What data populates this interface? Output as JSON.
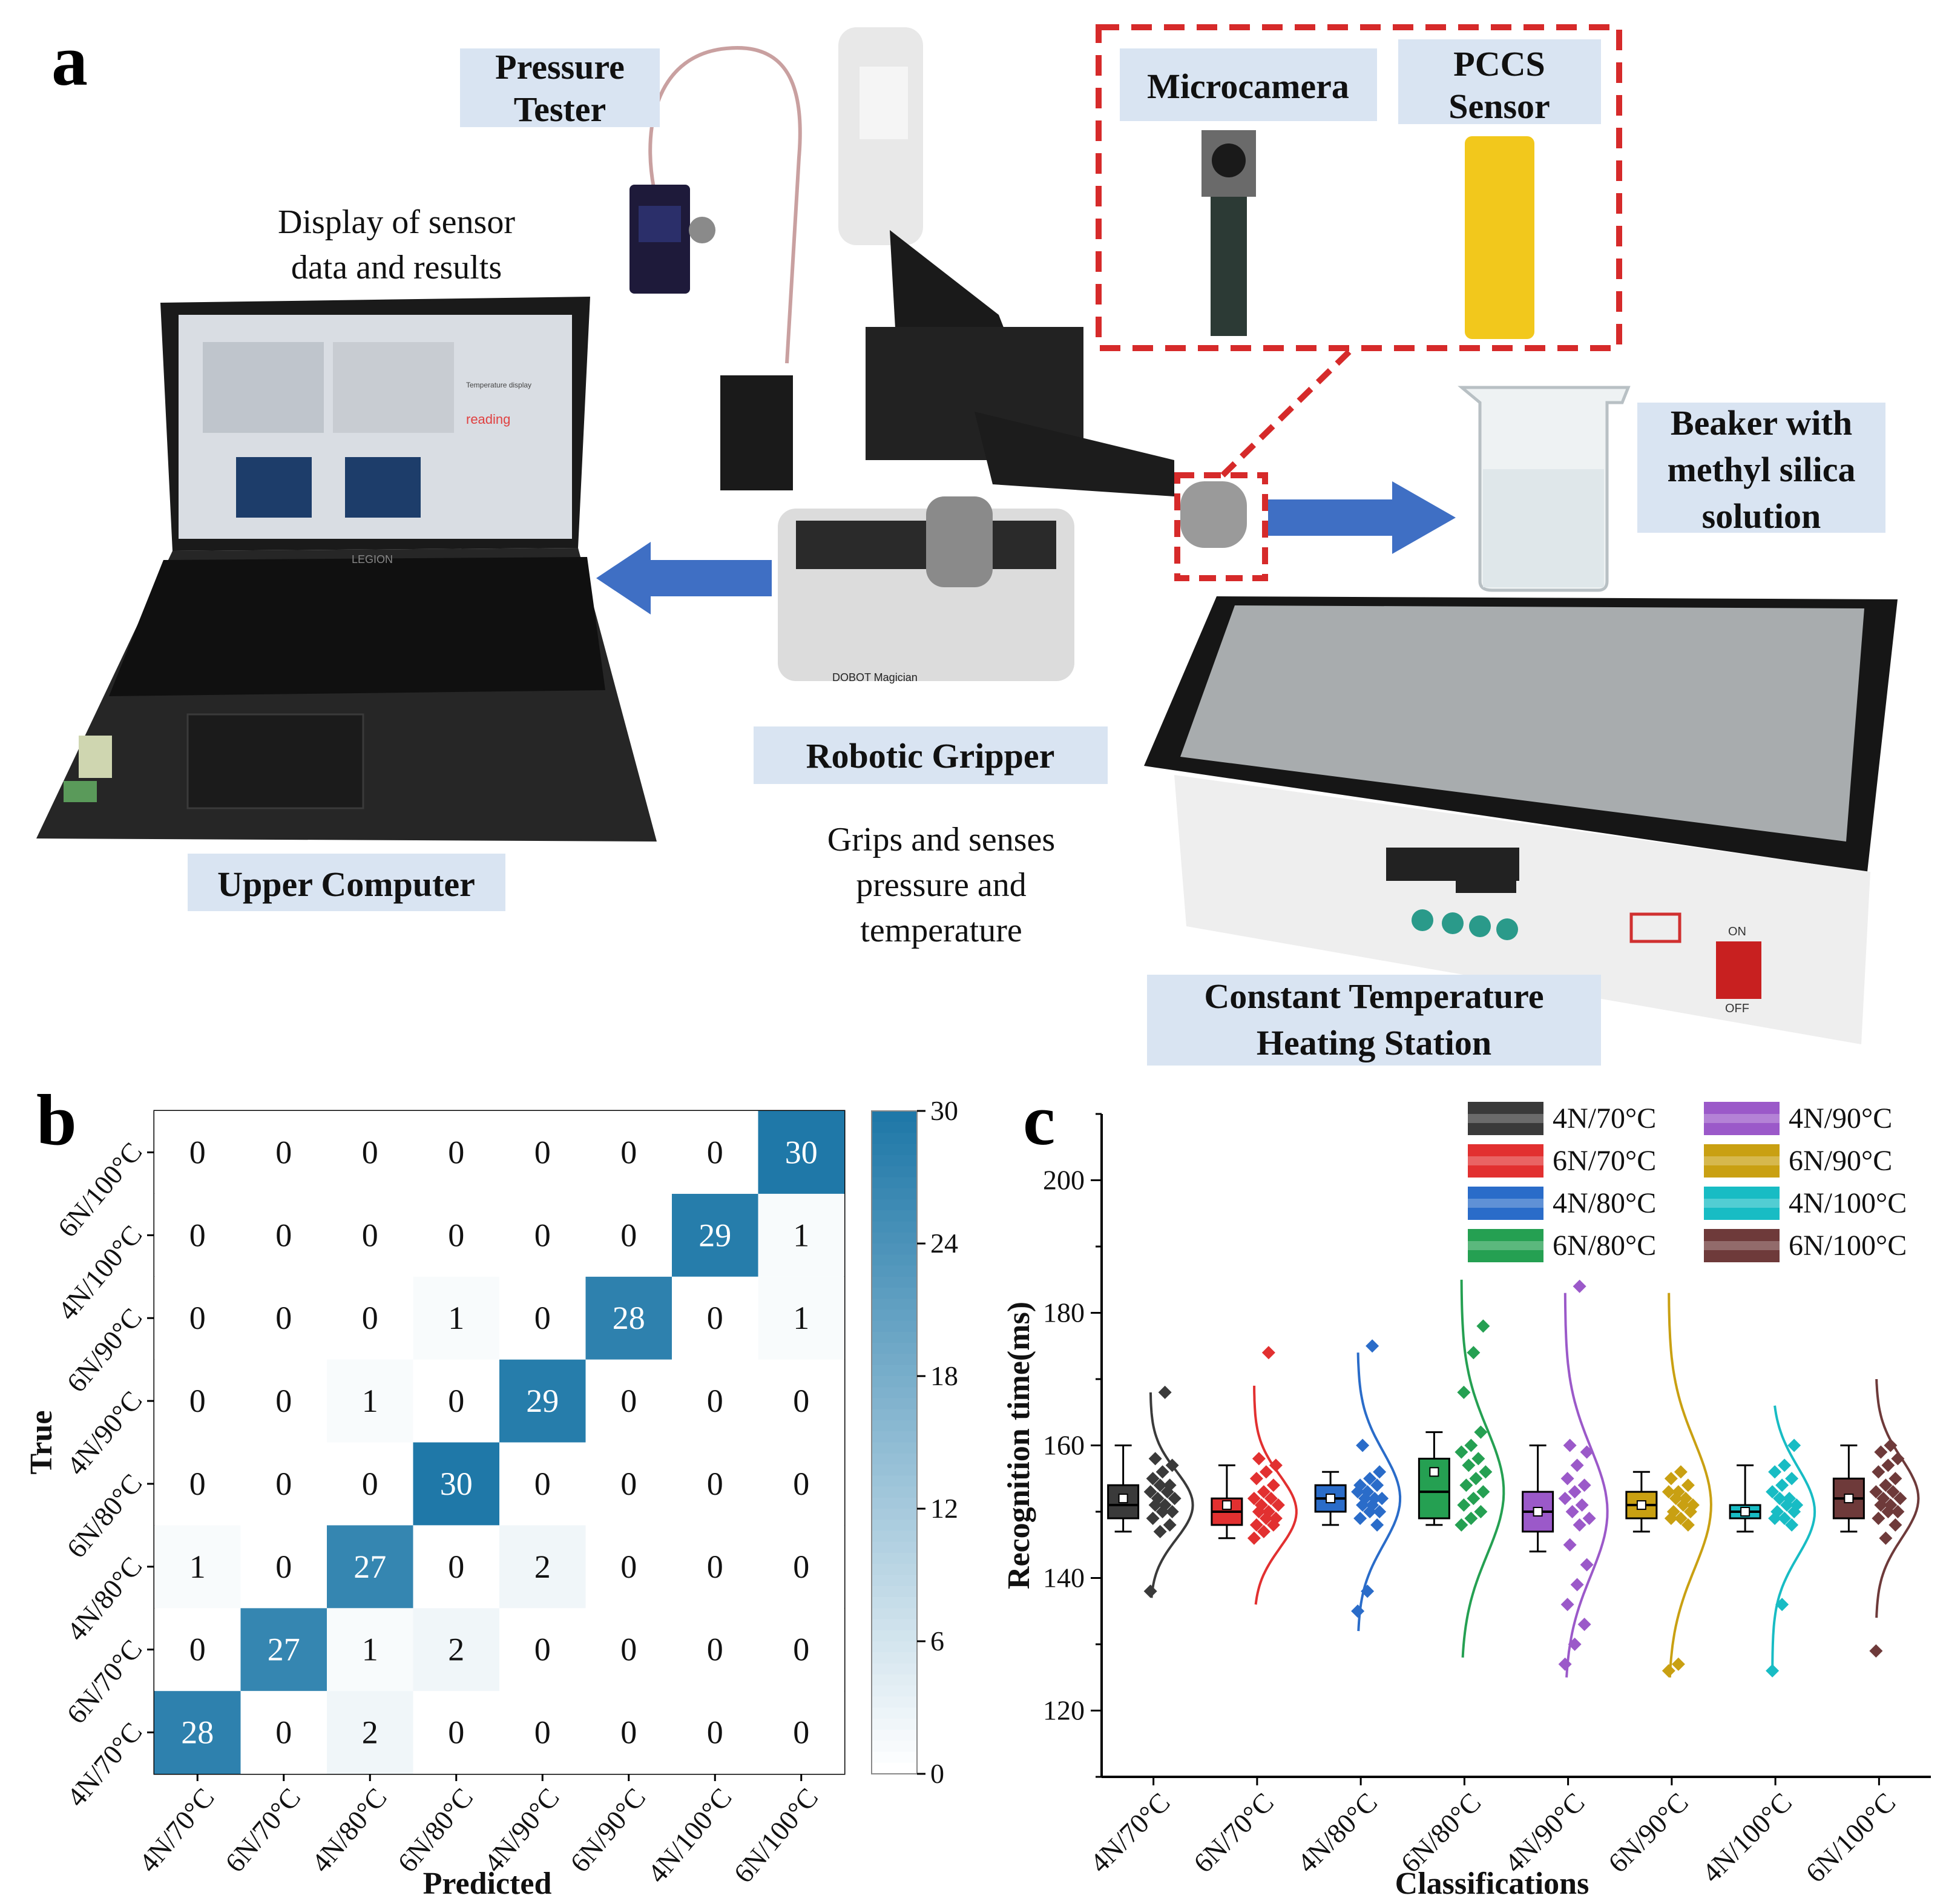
{
  "panel_a": {
    "letter": "a",
    "labels": {
      "pressure_tester": [
        "Pressure",
        "Tester"
      ],
      "microcamera": "Microcamera",
      "pccs_sensor": [
        "PCCS",
        "Sensor"
      ],
      "display_note": [
        "Display of sensor",
        "data and results"
      ],
      "beaker": [
        "Beaker with",
        "methyl silica",
        "solution"
      ],
      "robotic_gripper": "Robotic Gripper",
      "grips_note": [
        "Grips and senses",
        "pressure and",
        "temperature"
      ],
      "upper_computer": "Upper Computer",
      "heating_station": [
        "Constant Temperature",
        "Heating Station"
      ],
      "screen_reading": "reading",
      "screen_title": "Temperature display",
      "laptop_brand": "LEGION",
      "robot_brand": "DOBOT Magician",
      "switch_on": "ON",
      "switch_off": "OFF"
    },
    "colors": {
      "label_box": "#d9e4f2",
      "arrow": "#3f6fc4",
      "dashed": "#d62a2a",
      "sensor": "#f2c81c"
    }
  },
  "chart_data": [
    {
      "panel": "b",
      "type": "heatmap",
      "ylabel": "True",
      "xlabel": "Predicted",
      "x_categories": [
        "4N/70°C",
        "6N/70°C",
        "4N/80°C",
        "6N/80°C",
        "4N/90°C",
        "6N/90°C",
        "4N/100°C",
        "6N/100°C"
      ],
      "y_categories": [
        "4N/70°C",
        "6N/70°C",
        "4N/80°C",
        "6N/80°C",
        "4N/90°C",
        "6N/90°C",
        "4N/100°C",
        "6N/100°C"
      ],
      "matrix": [
        [
          28,
          0,
          2,
          0,
          0,
          0,
          0,
          0
        ],
        [
          0,
          27,
          1,
          2,
          0,
          0,
          0,
          0
        ],
        [
          1,
          0,
          27,
          0,
          2,
          0,
          0,
          0
        ],
        [
          0,
          0,
          0,
          30,
          0,
          0,
          0,
          0
        ],
        [
          0,
          0,
          1,
          0,
          29,
          0,
          0,
          0
        ],
        [
          0,
          0,
          0,
          1,
          0,
          28,
          0,
          1
        ],
        [
          0,
          0,
          0,
          0,
          0,
          0,
          29,
          1
        ],
        [
          0,
          0,
          0,
          0,
          0,
          0,
          0,
          30
        ]
      ],
      "colorbar": {
        "min": 0,
        "max": 30,
        "ticks": [
          0,
          6,
          12,
          18,
          24,
          30
        ],
        "low_color": "#ffffff",
        "high_color": "#1f78a8"
      }
    },
    {
      "panel": "c",
      "type": "box",
      "ylabel": "Recognition time(ms)",
      "xlabel": "Classifications",
      "ylim": [
        110,
        210
      ],
      "yticks": [
        120,
        140,
        160,
        180,
        200
      ],
      "categories": [
        "4N/70°C",
        "6N/70°C",
        "4N/80°C",
        "6N/80°C",
        "4N/90°C",
        "6N/90°C",
        "4N/100°C",
        "6N/100°C"
      ],
      "series": [
        {
          "name": "4N/70°C",
          "color": "#3a3a3a",
          "box": {
            "q1": 149,
            "median": 151,
            "q3": 154,
            "mean": 152,
            "lower": 147,
            "upper": 160
          },
          "curve": [
            137,
            168
          ],
          "points": [
            138,
            147,
            148,
            149,
            150,
            150,
            151,
            151,
            152,
            152,
            153,
            153,
            154,
            154,
            155,
            156,
            157,
            158,
            168
          ]
        },
        {
          "name": "6N/70°C",
          "color": "#e23030",
          "box": {
            "q1": 148,
            "median": 150,
            "q3": 152,
            "mean": 151,
            "lower": 146,
            "upper": 157
          },
          "curve": [
            136,
            169
          ],
          "points": [
            146,
            147,
            148,
            148,
            149,
            149,
            150,
            150,
            151,
            151,
            152,
            152,
            153,
            154,
            155,
            156,
            157,
            158,
            174
          ]
        },
        {
          "name": "4N/80°C",
          "color": "#2a6cc9",
          "box": {
            "q1": 150,
            "median": 152,
            "q3": 154,
            "mean": 152,
            "lower": 148,
            "upper": 156
          },
          "curve": [
            132,
            174
          ],
          "points": [
            135,
            138,
            148,
            149,
            150,
            150,
            151,
            151,
            152,
            152,
            152,
            153,
            153,
            154,
            154,
            155,
            156,
            160,
            175
          ]
        },
        {
          "name": "6N/80°C",
          "color": "#25a052",
          "box": {
            "q1": 149,
            "median": 153,
            "q3": 158,
            "mean": 156,
            "lower": 148,
            "upper": 162
          },
          "curve": [
            128,
            185
          ],
          "points": [
            148,
            149,
            150,
            151,
            152,
            153,
            154,
            155,
            156,
            157,
            158,
            159,
            160,
            162,
            168,
            174,
            178
          ]
        },
        {
          "name": "4N/90°C",
          "color": "#9b59c9",
          "box": {
            "q1": 147,
            "median": 150,
            "q3": 153,
            "mean": 150,
            "lower": 144,
            "upper": 160
          },
          "curve": [
            125,
            183
          ],
          "points": [
            127,
            130,
            133,
            136,
            139,
            142,
            145,
            148,
            149,
            150,
            151,
            152,
            153,
            154,
            155,
            157,
            159,
            160,
            184
          ]
        },
        {
          "name": "6N/90°C",
          "color": "#c9a012",
          "box": {
            "q1": 149,
            "median": 151,
            "q3": 153,
            "mean": 151,
            "lower": 147,
            "upper": 156
          },
          "curve": [
            125,
            183
          ],
          "points": [
            126,
            127,
            148,
            149,
            149,
            150,
            150,
            151,
            151,
            152,
            152,
            153,
            153,
            154,
            155,
            156
          ]
        },
        {
          "name": "4N/100°C",
          "color": "#18bcc4",
          "box": {
            "q1": 149,
            "median": 150,
            "q3": 151,
            "mean": 150,
            "lower": 147,
            "upper": 157
          },
          "curve": [
            126,
            166
          ],
          "points": [
            126,
            136,
            148,
            149,
            149,
            150,
            150,
            151,
            151,
            152,
            152,
            153,
            154,
            155,
            156,
            157,
            160
          ]
        },
        {
          "name": "6N/100°C",
          "color": "#6e3a3a",
          "box": {
            "q1": 149,
            "median": 152,
            "q3": 155,
            "mean": 152,
            "lower": 147,
            "upper": 160
          },
          "curve": [
            134,
            170
          ],
          "points": [
            129,
            146,
            148,
            149,
            150,
            150,
            151,
            151,
            152,
            152,
            153,
            153,
            154,
            155,
            156,
            157,
            158,
            159,
            160
          ]
        }
      ],
      "legend_order": [
        "4N/70°C",
        "4N/90°C",
        "6N/70°C",
        "6N/90°C",
        "4N/80°C",
        "4N/100°C",
        "6N/80°C",
        "6N/100°C"
      ],
      "legend_position": "top-right"
    }
  ],
  "panel_letters": {
    "b": "b",
    "c": "c"
  }
}
